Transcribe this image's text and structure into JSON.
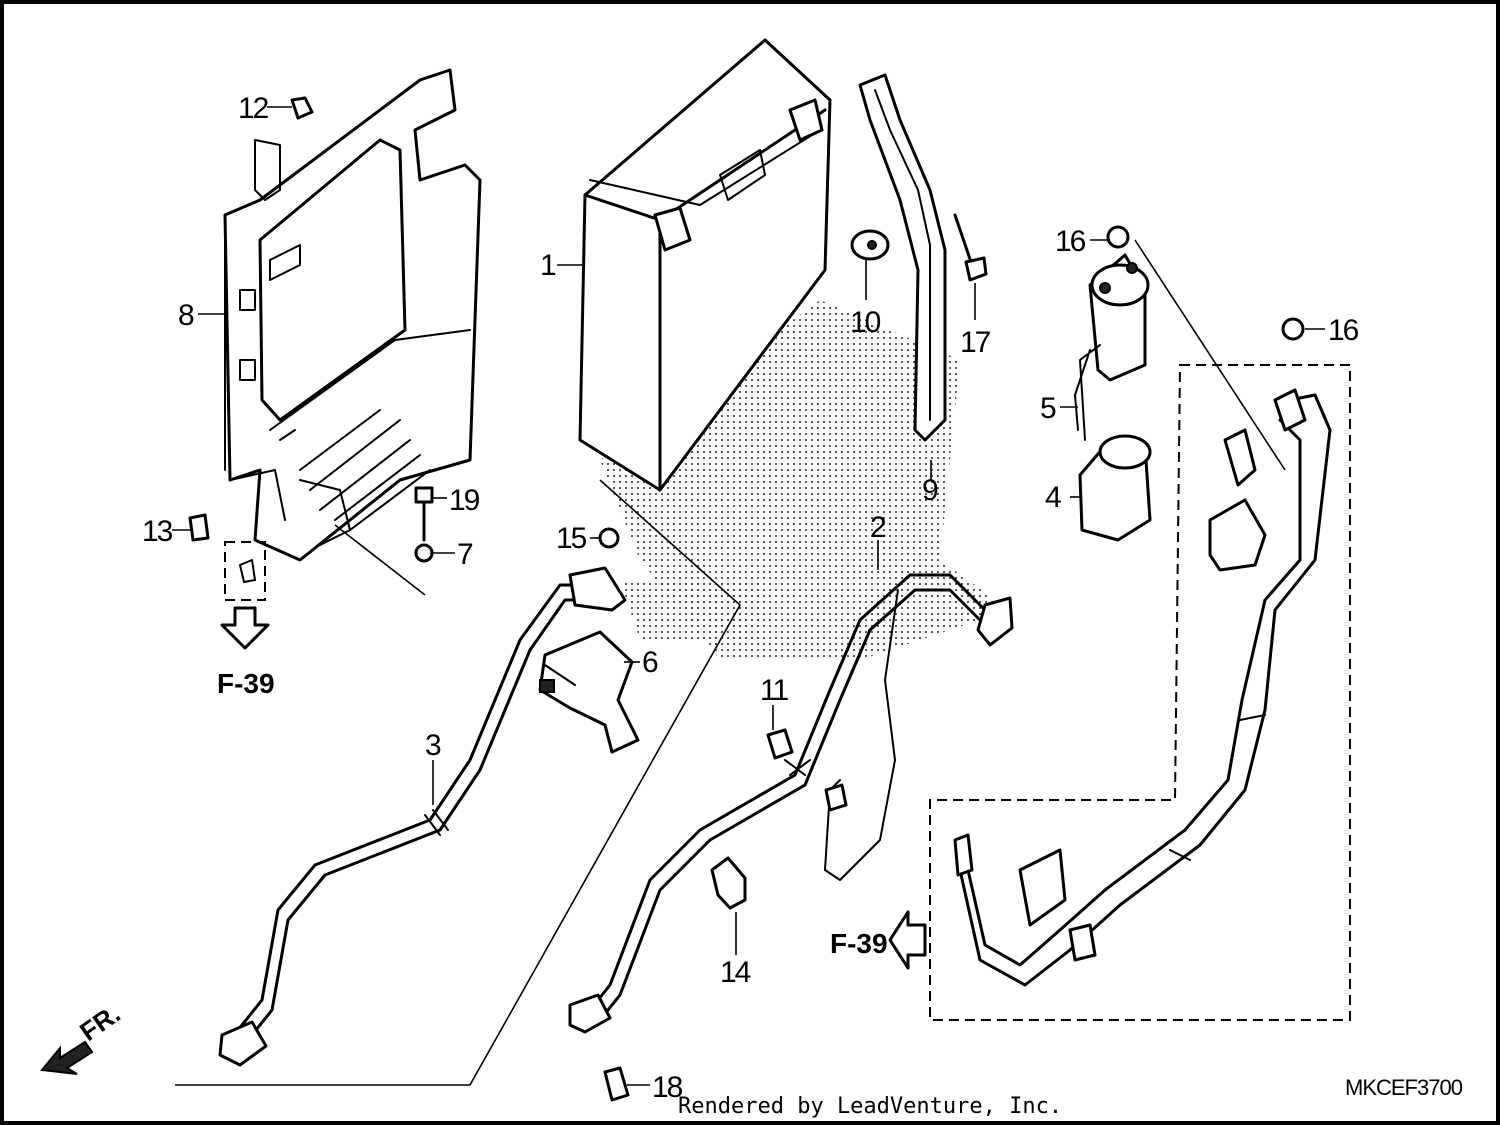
{
  "callouts": {
    "c1": "1",
    "c2": "2",
    "c3": "3",
    "c4": "4",
    "c5": "5",
    "c6": "6",
    "c7": "7",
    "c8": "8",
    "c9": "9",
    "c10": "10",
    "c11": "11",
    "c12": "12",
    "c13": "13",
    "c14": "14",
    "c15": "15",
    "c16a": "16",
    "c16b": "16",
    "c17": "17",
    "c18": "18",
    "c19": "19"
  },
  "references": {
    "f39_left": "F-39",
    "f39_right": "F-39"
  },
  "direction_label": "FR.",
  "diagram_code": "MKCEF3700",
  "credit": "Rendered by LeadVenture, Inc.",
  "colors": {
    "line": "#000000",
    "background": "#ffffff"
  },
  "icons": {
    "front_arrow": "front-direction-arrow-icon",
    "reference_arrow": "reference-arrow-icon"
  }
}
